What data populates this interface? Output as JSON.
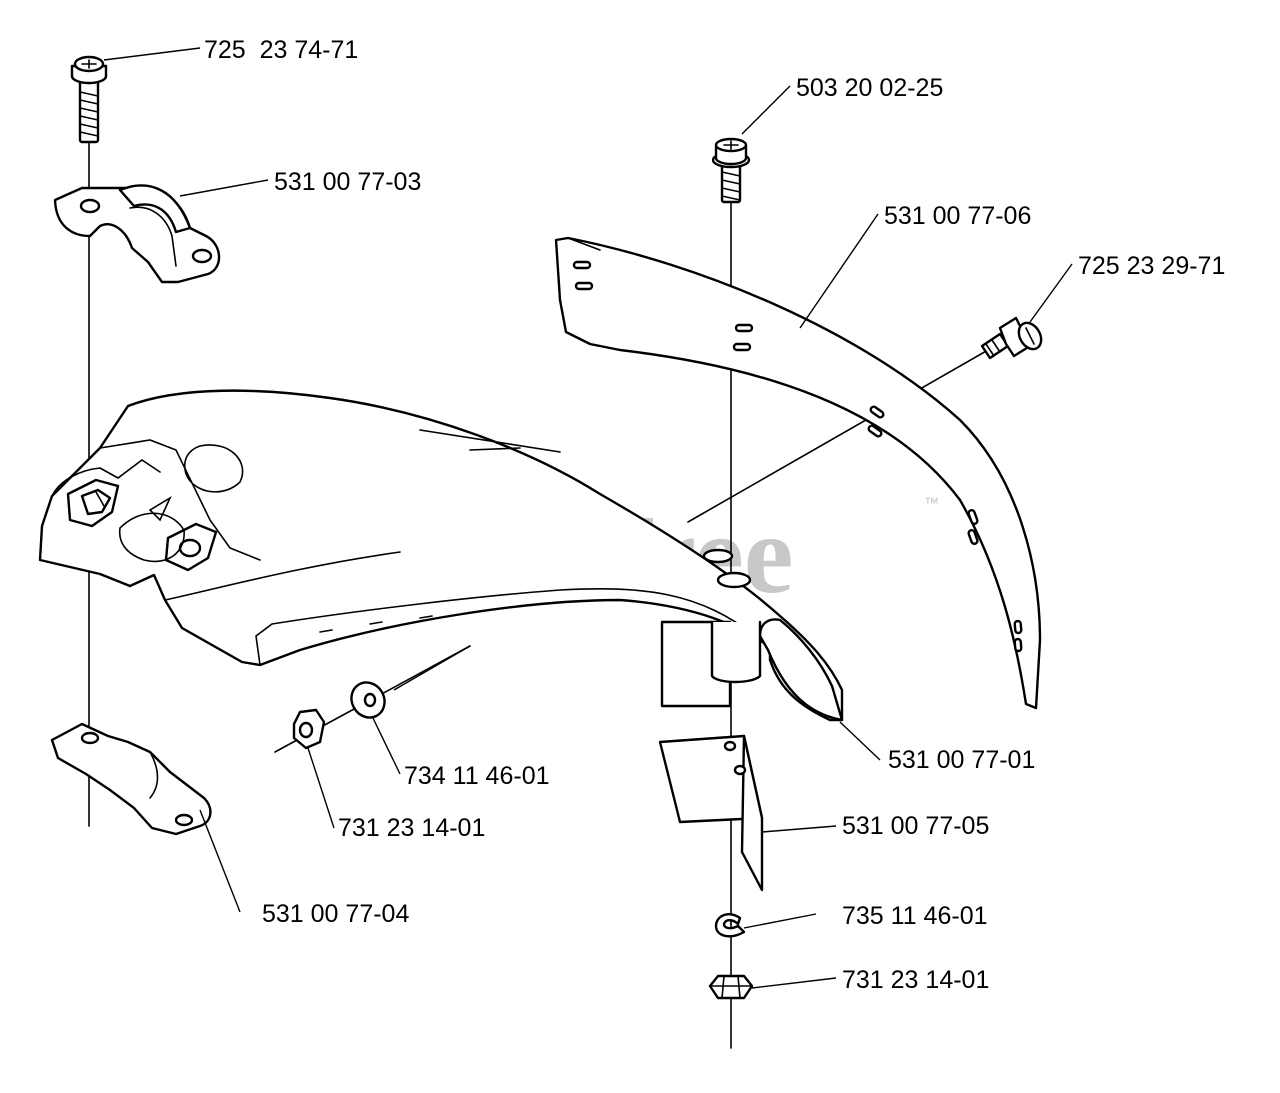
{
  "watermark": {
    "text": "PartsTree",
    "trademark": "™"
  },
  "parts": [
    {
      "id": "p1",
      "number": "725  23 74-71"
    },
    {
      "id": "p2",
      "number": "531 00 77-03"
    },
    {
      "id": "p3",
      "number": "503 20 02-25"
    },
    {
      "id": "p4",
      "number": "531 00 77-06"
    },
    {
      "id": "p5",
      "number": "725 23 29-71"
    },
    {
      "id": "p6",
      "number": "531 00 77-01"
    },
    {
      "id": "p7",
      "number": "734 11 46-01"
    },
    {
      "id": "p8",
      "number": "731 23 14-01"
    },
    {
      "id": "p9",
      "number": "531 00 77-05"
    },
    {
      "id": "p10",
      "number": "531 00 77-04"
    },
    {
      "id": "p11",
      "number": "735 11 46-01"
    },
    {
      "id": "p12",
      "number": "731 23 14-01"
    }
  ]
}
